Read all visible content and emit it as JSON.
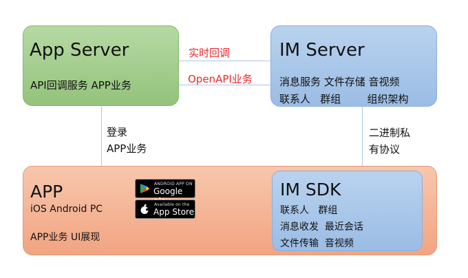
{
  "app_server": {
    "title": "App Server",
    "subtitle": "API回调服务 APP业务"
  },
  "im_server": {
    "title": "IM Server",
    "row1": "消息服务 文件存储 音视频",
    "row2": "联系人   群组        组织架构"
  },
  "connections": {
    "realtime_callback": "实时回调",
    "openapi": "OpenAPI业务",
    "login_line1": "登录",
    "login_line2": "APP业务",
    "protocol_line1": "二进制私",
    "protocol_line2": "有协议"
  },
  "app": {
    "title": "APP",
    "platforms": "iOS Android PC",
    "features": "APP业务 UI展现"
  },
  "badges": {
    "google_play_small": "ANDROID APP ON",
    "google_play_big": "Google play",
    "app_store_small": "Available on the",
    "app_store_big": "App Store"
  },
  "im_sdk": {
    "title": "IM SDK",
    "row1": "联系人   群组",
    "row2": "消息收发  最近会话",
    "row3": "文件传输  音视频"
  },
  "colors": {
    "app_server_fill": "#a5cf90",
    "im_fill": "#aac7ea",
    "app_fill": "#f4b494",
    "label_red": "#e8292a",
    "connector": "#a9c7e8"
  }
}
